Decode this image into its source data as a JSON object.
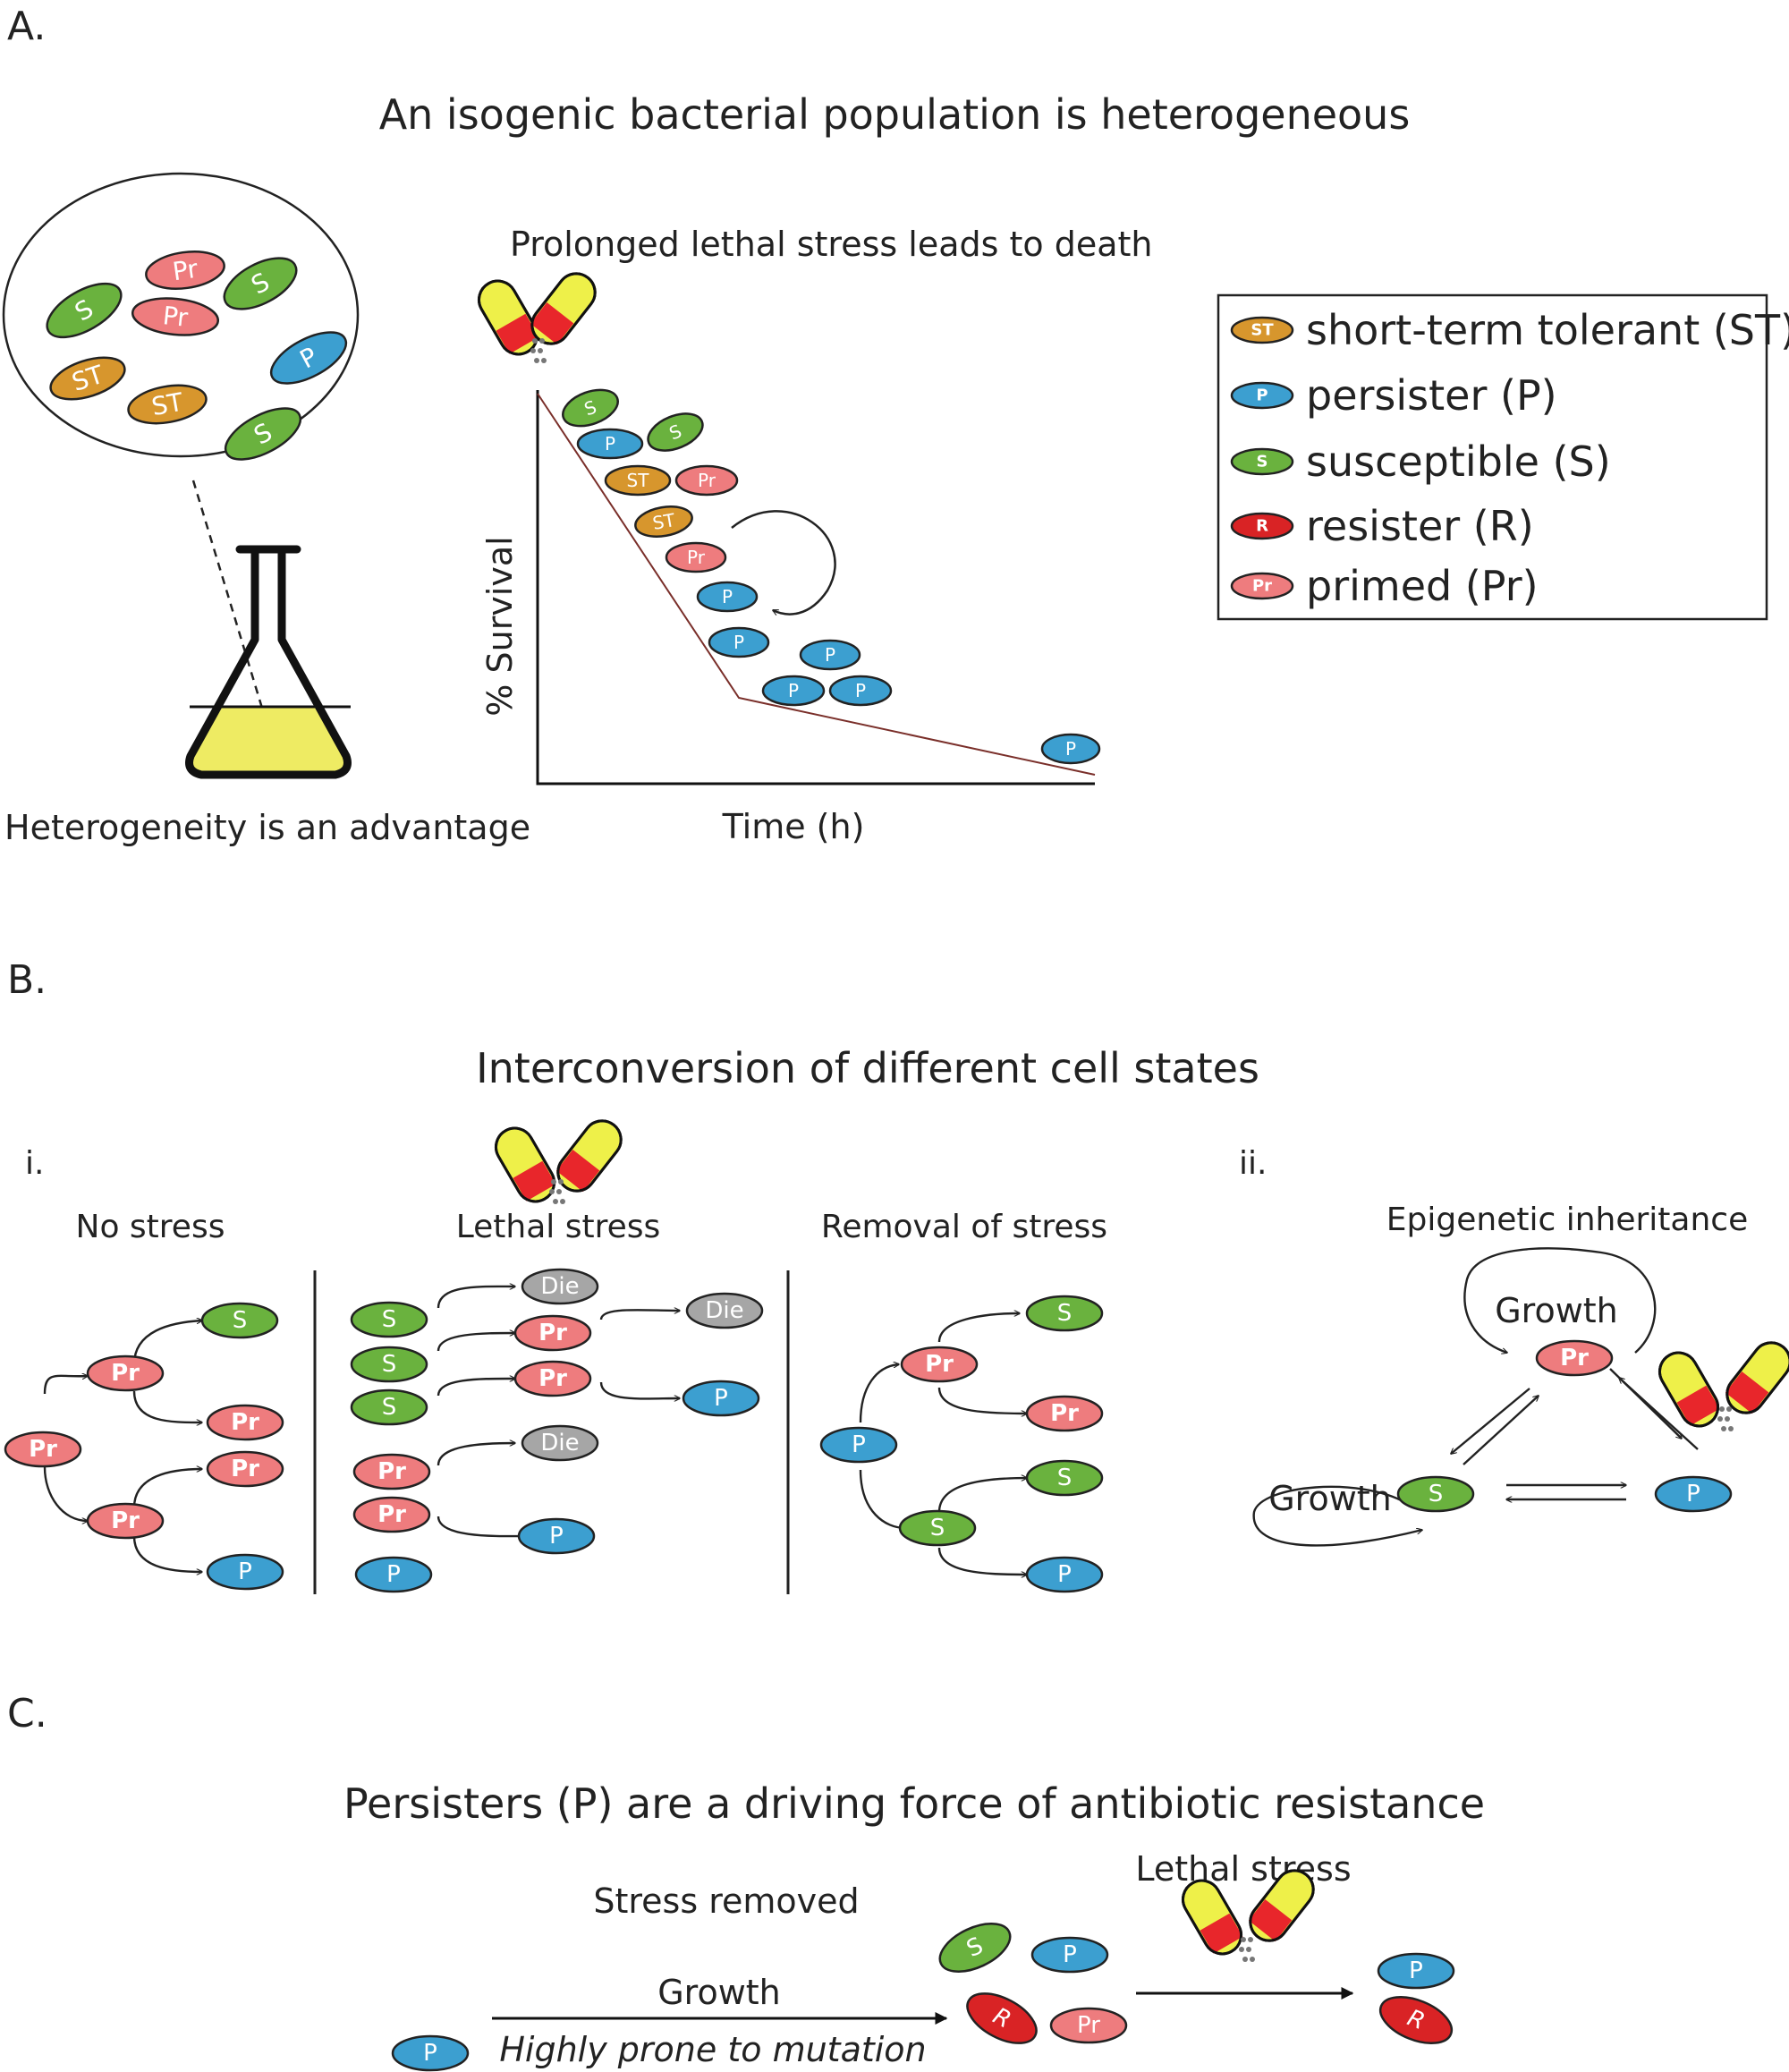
{
  "colors": {
    "susceptible": "#6ab23e",
    "persister": "#3c9fd0",
    "short_term": "#d7962d",
    "resister": "#d92325",
    "primed": "#ee7c7e",
    "die": "#a6a6a6",
    "capsule_yellow": "#eef049",
    "capsule_red": "#e8262b",
    "flask_liquid": "#eeeb63"
  },
  "panel_a": {
    "letter": "A.",
    "title": "An isogenic bacterial population is heterogeneous",
    "flask_caption": "Heterogeneity is an advantage",
    "graph_title": "Prolonged lethal stress leads to death",
    "y_axis_label": "% Survival",
    "x_axis_label": "Time (h)",
    "population_cells": [
      "Pr",
      "Pr",
      "S",
      "S",
      "ST",
      "ST",
      "P",
      "S"
    ],
    "graph_cells": [
      "S",
      "P",
      "S",
      "ST",
      "Pr",
      "ST",
      "Pr",
      "P",
      "P",
      "P",
      "P",
      "P",
      "P"
    ]
  },
  "legend": {
    "items": [
      {
        "key": "ST",
        "label": "short-term tolerant (ST)"
      },
      {
        "key": "P",
        "label": "persister (P)"
      },
      {
        "key": "S",
        "label": "susceptible (S)"
      },
      {
        "key": "R",
        "label": "resister (R)"
      },
      {
        "key": "Pr",
        "label": "primed (Pr)"
      }
    ]
  },
  "panel_b": {
    "letter": "B.",
    "title": "Interconversion of different cell states",
    "sub_i": "i.",
    "sub_ii": "ii.",
    "no_stress": "No stress",
    "lethal_stress": "Lethal stress",
    "removal": "Removal of stress",
    "epigenetic": "Epigenetic inheritance",
    "growth": "Growth",
    "die": "Die"
  },
  "panel_c": {
    "letter": "C.",
    "title": "Persisters (P) are a driving force of antibiotic resistance",
    "stress_removed": "Stress removed",
    "growth": "Growth",
    "mutation": "Highly prone to mutation",
    "lethal_stress": "Lethal stress"
  }
}
